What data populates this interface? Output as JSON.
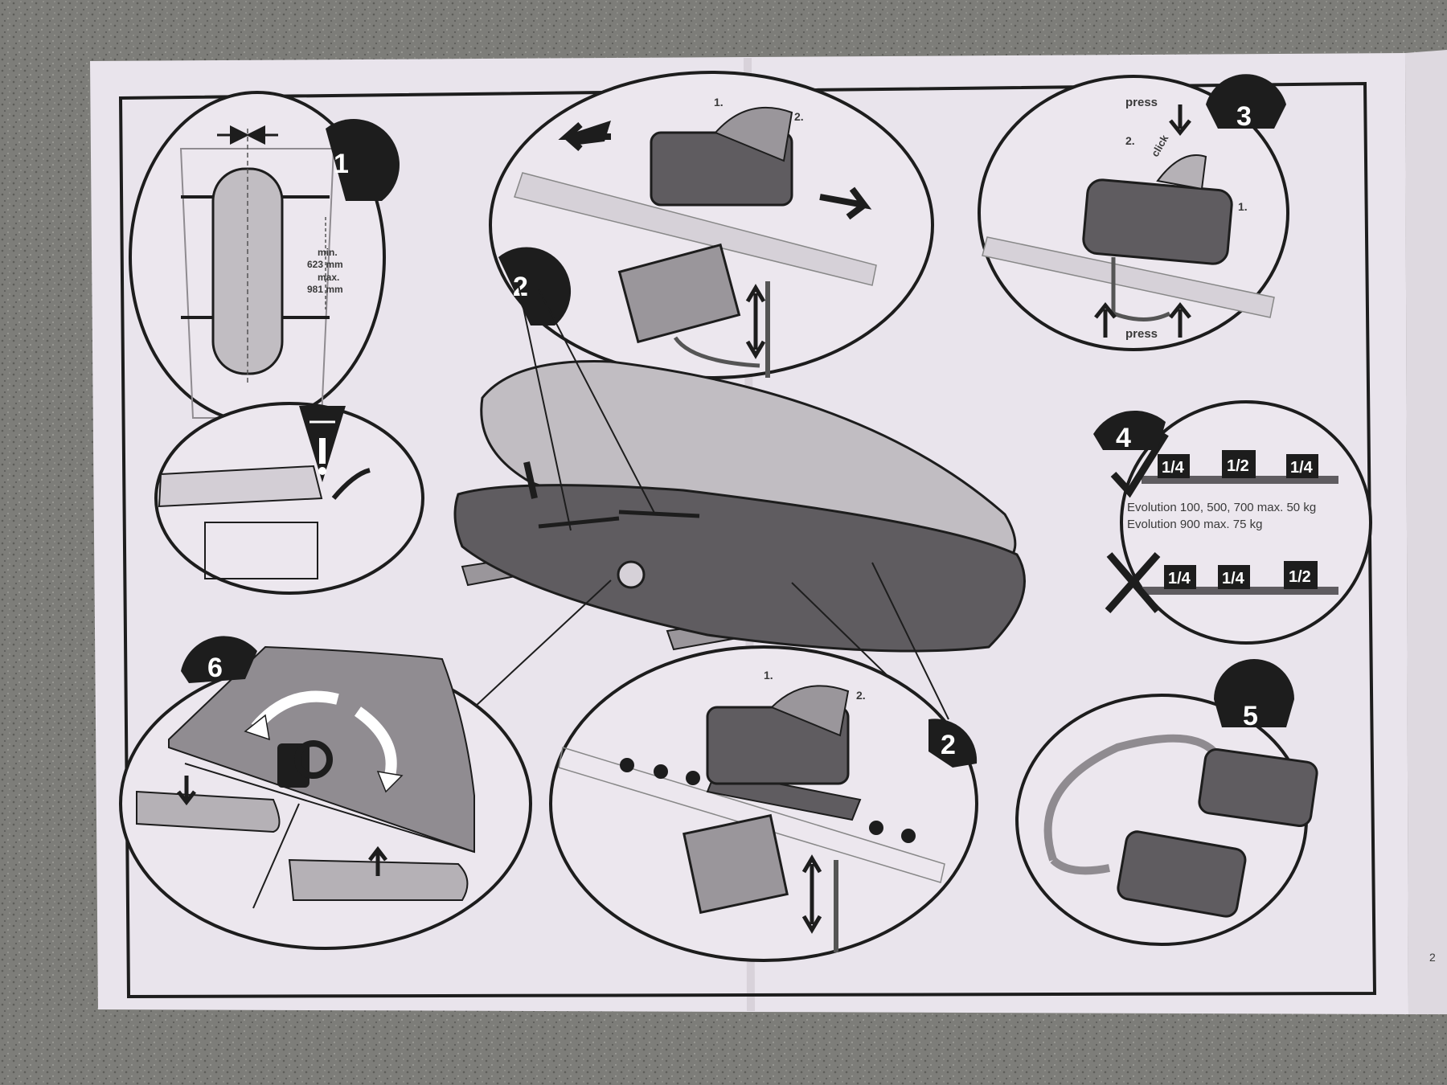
{
  "page_number": "2",
  "colors": {
    "paper": "#e9e4ec",
    "paper_shadow": "#cfc9d1",
    "ink": "#1d1d1d",
    "box_shell": "#b9b6bb",
    "box_base": "#5f5c60",
    "concrete": "#7d7d79"
  },
  "steps": {
    "step1": {
      "number": "1",
      "min_label": "min.",
      "min_value": "623 mm",
      "max_label": "max.",
      "max_value": "981 mm",
      "warning_icon": "warning-exclamation-icon"
    },
    "step2_top": {
      "number": "2",
      "release_1": "1.",
      "release_2": "2."
    },
    "step2_bottom": {
      "number": "2",
      "release_1": "1.",
      "release_2": "2."
    },
    "step3": {
      "number": "3",
      "press_top": "press",
      "press_bottom": "press",
      "click": "click",
      "mark_1": "1.",
      "mark_2": "2."
    },
    "step4": {
      "number": "4",
      "good_weights": [
        "1/4",
        "1/2",
        "1/4"
      ],
      "bad_weights": [
        "1/4",
        "1/4",
        "1/2"
      ],
      "load_line_1": "Evolution 100, 500, 700 max. 50 kg",
      "load_line_2": "Evolution 900 max. 75 kg",
      "check_icon": "check-icon",
      "cross_icon": "cross-icon"
    },
    "step5": {
      "number": "5"
    },
    "step6": {
      "number": "6"
    }
  }
}
